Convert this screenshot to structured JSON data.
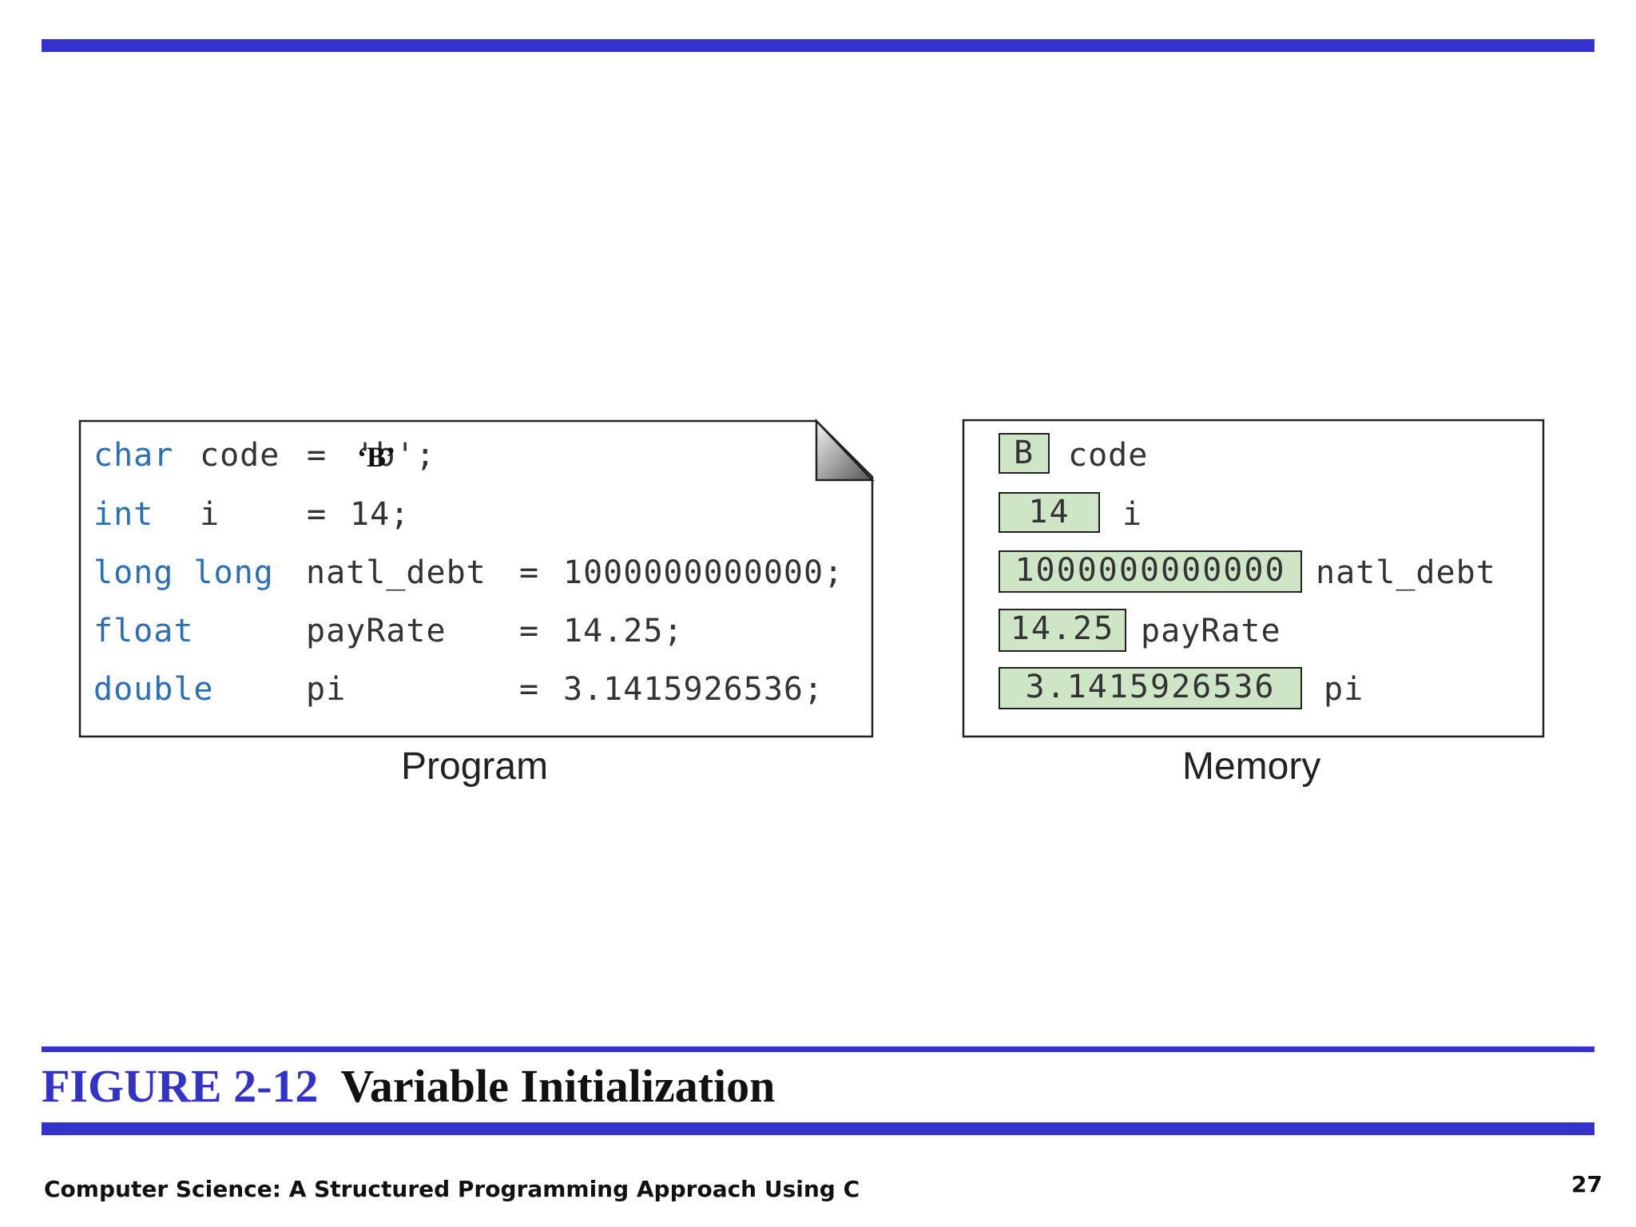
{
  "figure": {
    "number": "FIGURE 2-12",
    "name": "Variable Initialization"
  },
  "program": {
    "caption": "Program",
    "lines": [
      {
        "type": "char",
        "name": "code",
        "eq": "=",
        "value": "'b';"
      },
      {
        "type": "int",
        "name": "i",
        "eq": "=",
        "value": "14;"
      },
      {
        "type": "long long",
        "name": "natl_debt",
        "eq": "=",
        "value": "1000000000000;"
      },
      {
        "type": "float",
        "name": "payRate",
        "eq": "=",
        "value": "14.25;"
      },
      {
        "type": "double",
        "name": "pi",
        "eq": "=",
        "value": "3.1415926536;"
      }
    ],
    "overlay_char": "‘B’"
  },
  "memory": {
    "caption": "Memory",
    "cells": [
      {
        "value": "B",
        "label": "code"
      },
      {
        "value": "14",
        "label": "i"
      },
      {
        "value": "1000000000000",
        "label": "natl_debt"
      },
      {
        "value": "14.25",
        "label": "payRate"
      },
      {
        "value": "3.1415926536",
        "label": "pi"
      }
    ]
  },
  "footer": {
    "book_title": "Computer Science: A Structured Programming Approach Using C",
    "page_number": "27"
  },
  "colors": {
    "accent_blue": "#3333cc",
    "keyword_blue": "#2a6fb8",
    "memory_cell_fill": "#cfe6c6"
  }
}
